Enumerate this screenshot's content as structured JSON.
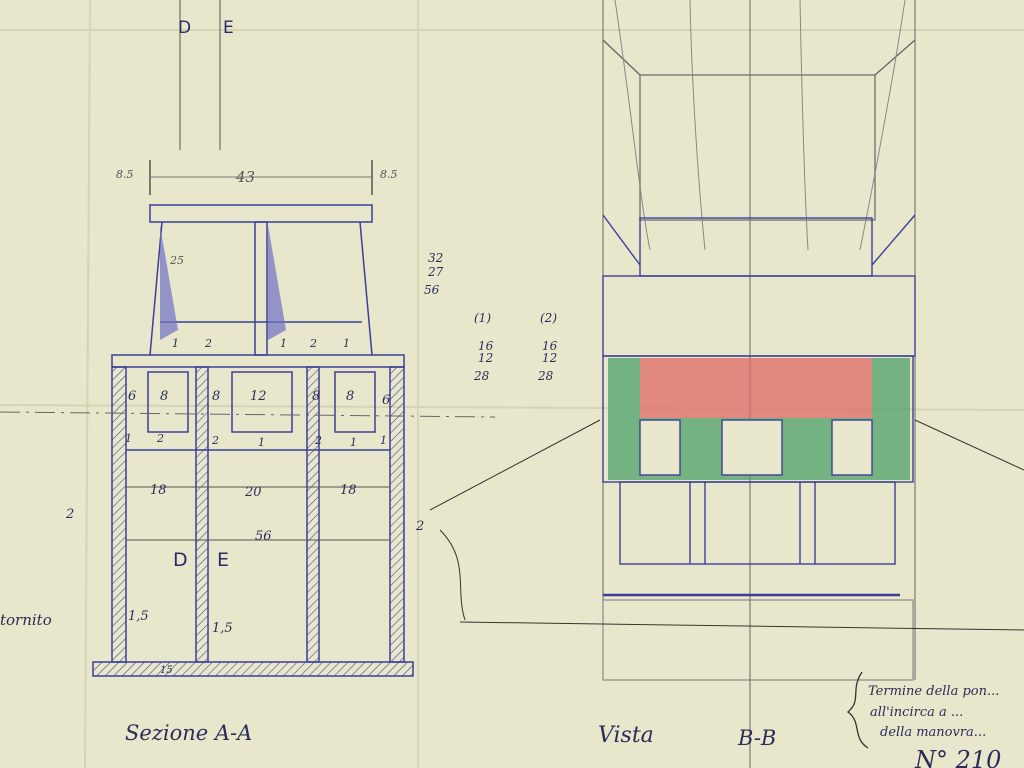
{
  "section_view": {
    "title": "Sezione A-A",
    "top_labels": [
      "D",
      "E"
    ],
    "mid_labels": [
      "D",
      "E"
    ],
    "dim_total_width": "43",
    "dim_left_margin": "8.5",
    "dim_right_margin": "8.5",
    "dim_taper": "25",
    "dims_slots": [
      "6",
      "8",
      "8",
      "12",
      "8",
      "8",
      "6"
    ],
    "dims_lower": [
      "18",
      "20",
      "18"
    ],
    "dim_overall": "56",
    "dim_wall_left": "2",
    "dim_wall_right": "2",
    "dim_thickness_left": "1,5",
    "dim_thickness_mid": "1,5",
    "dim_base": "15",
    "side_note": "tornito",
    "circled_marks": [
      "1",
      "2",
      "1",
      "2",
      "1",
      "2",
      "1",
      "1",
      "2",
      "1",
      "2",
      "1",
      "2"
    ]
  },
  "calc_notes": {
    "sum_a": [
      "32",
      "27",
      "56"
    ],
    "col1_header": "(1)",
    "col1": [
      "16",
      "12",
      "28"
    ],
    "col2_header": "(2)",
    "col2": [
      "16",
      "12",
      "28"
    ]
  },
  "elevation_view": {
    "title": "Vista",
    "subtitle": "B-B",
    "colors": {
      "red": "#e06a66",
      "green": "#4fa06a",
      "blue": "#3b3fa8"
    }
  },
  "handwritten_note": [
    "Termine della pon...",
    "all'incirca a ...",
    "della manovra..."
  ],
  "sheet_number": "N° 210"
}
